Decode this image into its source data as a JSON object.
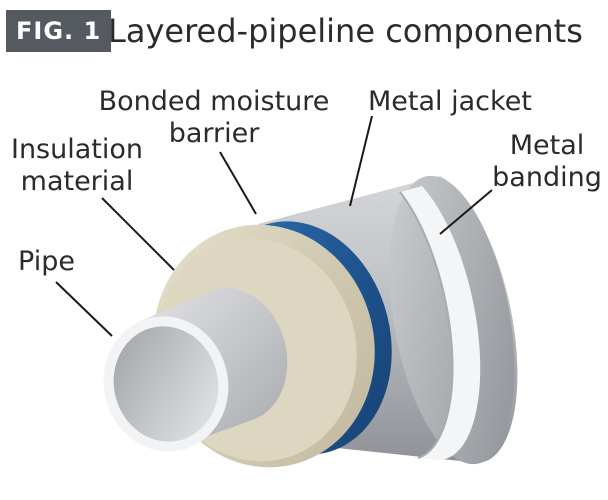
{
  "figure": {
    "badge": "FIG. 1",
    "title": "Layered-pipeline components"
  },
  "labels": {
    "pipe": "Pipe",
    "insulation_line1": "Insulation",
    "insulation_line2": "material",
    "bonded_line1": "Bonded moisture",
    "bonded_line2": "barrier",
    "metal_jacket": "Metal jacket",
    "banding_line1": "Metal",
    "banding_line2": "banding"
  },
  "colors": {
    "badge_bg": "#555a60",
    "insulation": "#d9d3bf",
    "moisture_barrier": "#1e5a9c",
    "metal": "#b9bcc0",
    "pipe": "#c9cbce"
  }
}
